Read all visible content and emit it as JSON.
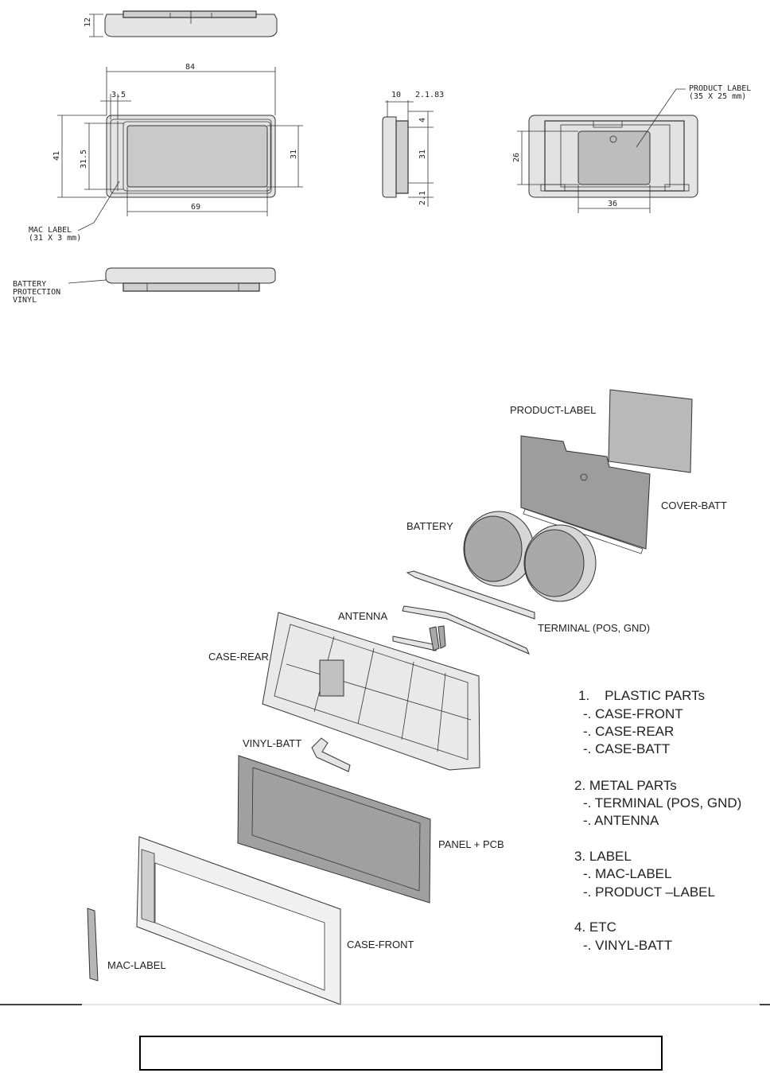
{
  "views": {
    "side_top": {
      "dim_height": "12"
    },
    "front": {
      "dim_width": "84",
      "dim_margin": "3.5",
      "dim_height": "41",
      "dim_inner_height": "31.5",
      "dim_window_height": "31",
      "dim_window_width": "69",
      "mac_label_line1": "MAC LABEL",
      "mac_label_line2": "(31 X 3 mm)"
    },
    "side_bottom": {
      "battery_line1": "BATTERY",
      "battery_line2": "PROTECTION",
      "battery_line3": "VINYL"
    },
    "side_right": {
      "dim_depth": "10",
      "dim_lip": "2.1.83",
      "dim_top": "4",
      "dim_mid": "31",
      "dim_bottom": "2.1"
    },
    "rear": {
      "product_label_line1": "PRODUCT LABEL",
      "product_label_line2": "(35 X 25 mm)",
      "dim_height": "26",
      "dim_width": "36"
    }
  },
  "exploded": {
    "product_label": "PRODUCT-LABEL",
    "cover_batt": "COVER-BATT",
    "battery": "BATTERY",
    "antenna": "ANTENNA",
    "terminal": "TERMINAL (POS, GND)",
    "case_rear": "CASE-REAR",
    "vinyl_batt": "VINYL-BATT",
    "panel_pcb": "PANEL + PCB",
    "case_front": "CASE-FRONT",
    "mac_label": "MAC-LABEL"
  },
  "bom": {
    "g1_title": "1.    PLASTIC PARTs",
    "g1_items": [
      "-. CASE-FRONT",
      "-. CASE-REAR",
      "-. CASE-BATT"
    ],
    "g2_title": "2. METAL PARTs",
    "g2_items": [
      "-. TERMINAL (POS, GND)",
      "-. ANTENNA"
    ],
    "g3_title": "3. LABEL",
    "g3_items": [
      "-. MAC-LABEL",
      "-. PRODUCT –LABEL"
    ],
    "g4_title": "4. ETC",
    "g4_items": [
      "-. VINYL-BATT"
    ]
  },
  "caption": ""
}
